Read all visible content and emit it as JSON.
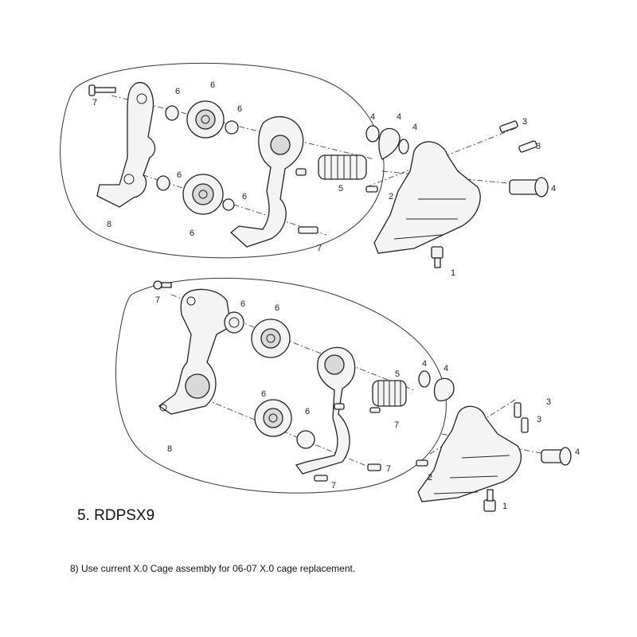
{
  "model_title": "5. RDPSX9",
  "footnote": "8)  Use current X.0 Cage assembly for 06-07 X.0 cage replacement.",
  "top_callouts": {
    "c7a": "7",
    "c6a": "6",
    "c6b": "6",
    "c6c": "6",
    "c6d": "6",
    "c6e": "6",
    "c6f": "6",
    "c5": "5",
    "c4a": "4",
    "c4b": "4",
    "c4c": "4",
    "c4d": "4",
    "c3a": "3",
    "c3b": "3",
    "c2": "2",
    "c1": "1",
    "c8": "8",
    "c7b": "7"
  },
  "bottom_callouts": {
    "c7a": "7",
    "c6a": "6",
    "c6b": "6",
    "c6c": "6",
    "c6d": "6",
    "c5": "5",
    "c4a": "4",
    "c4b": "4",
    "c4c": "4",
    "c3a": "3",
    "c3b": "3",
    "c2": "2",
    "c1": "1",
    "c8": "8",
    "c7b": "7",
    "c7c": "7",
    "c7d": "7"
  }
}
